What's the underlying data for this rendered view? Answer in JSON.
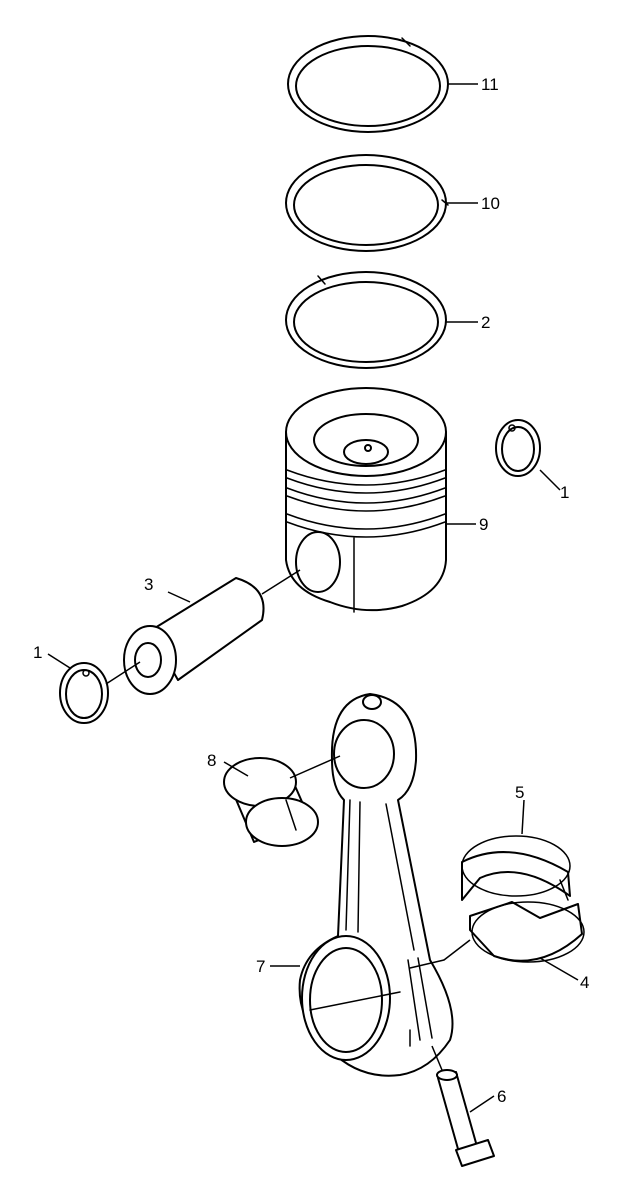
{
  "diagram": {
    "callouts": [
      {
        "id": "c11",
        "text": "11"
      },
      {
        "id": "c10",
        "text": "10"
      },
      {
        "id": "c2a",
        "text": "2"
      },
      {
        "id": "c1r",
        "text": "1"
      },
      {
        "id": "c9",
        "text": "9"
      },
      {
        "id": "c3",
        "text": "3"
      },
      {
        "id": "c1l",
        "text": "1"
      },
      {
        "id": "c8",
        "text": "8"
      },
      {
        "id": "c5",
        "text": "5"
      },
      {
        "id": "c7",
        "text": "7"
      },
      {
        "id": "c4",
        "text": "4"
      },
      {
        "id": "c6",
        "text": "6"
      }
    ]
  },
  "colors": {
    "stroke": "#000000",
    "background": "#ffffff"
  }
}
